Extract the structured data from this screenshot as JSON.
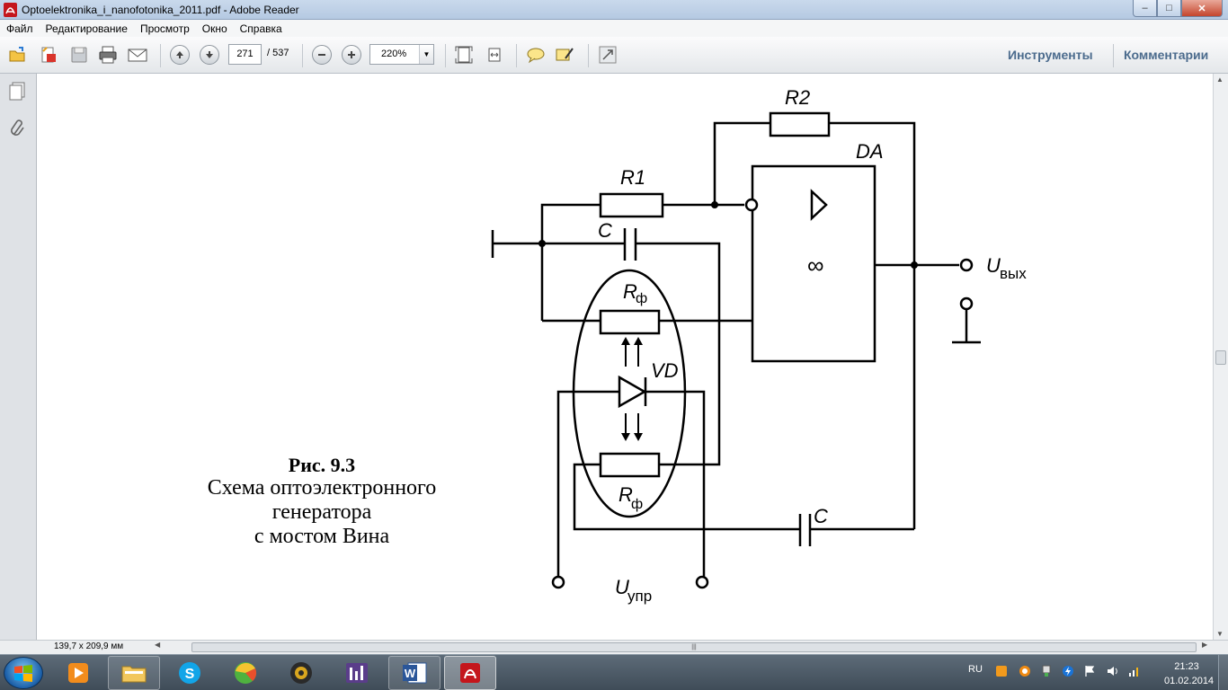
{
  "window": {
    "title": "Optoelektronika_i_nanofotonika_2011.pdf - Adobe Reader",
    "controls": {
      "minimize": "‒",
      "maximize": "□",
      "close": "✕"
    }
  },
  "menu": [
    "Файл",
    "Редактирование",
    "Просмотр",
    "Окно",
    "Справка"
  ],
  "toolbar": {
    "page_current": "271",
    "page_total": "/ 537",
    "zoom": "220%",
    "tools_link": "Инструменты",
    "comments_link": "Комментарии"
  },
  "figure": {
    "labels": {
      "r2": "R2",
      "da": "DA",
      "r1": "R1",
      "c_top": "C",
      "rf_top": "R",
      "rf_sub": "ф",
      "vd": "VD",
      "rf_bottom": "R",
      "c_bottom": "C",
      "infinity": "∞",
      "uout": "U",
      "uout_sub": "вых",
      "uctl": "U",
      "uctl_sub": "упр"
    },
    "caption": {
      "number": "Рис. 9.3",
      "line1": "Схема оптоэлектронного",
      "line2": "генератора",
      "line3": "с мостом Вина"
    }
  },
  "status": {
    "page_size": "139,7 x 209,9 мм"
  },
  "taskbar": {
    "apps": [
      "media-player",
      "file-explorer",
      "skype",
      "app-green",
      "media-app",
      "app-equalizer",
      "word",
      "adobe-reader"
    ],
    "language": "RU",
    "time": "21:23",
    "date": "01.02.2014"
  }
}
